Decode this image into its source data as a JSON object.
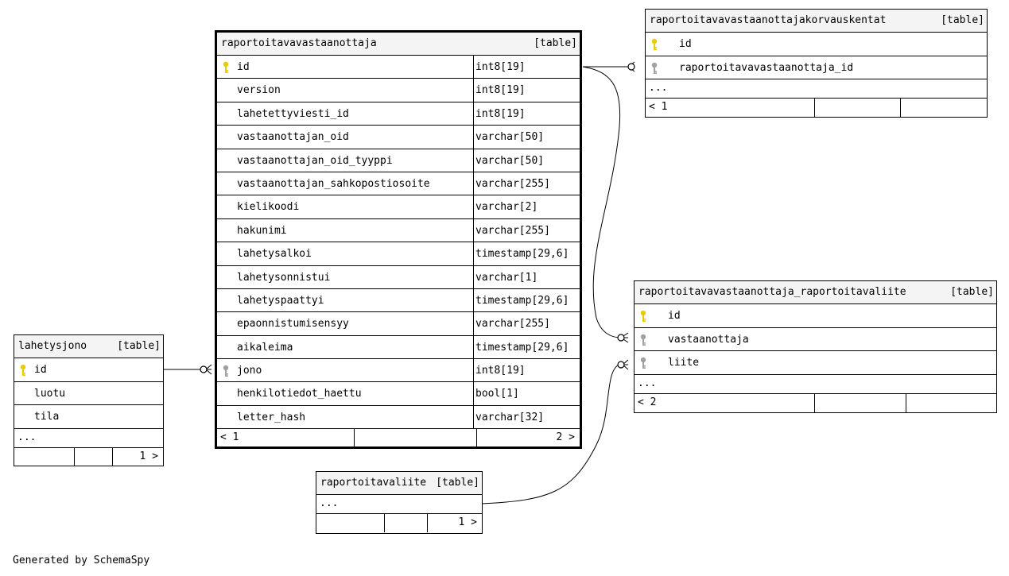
{
  "generated_by": "Generated by SchemaSpy",
  "type_label": "[table]",
  "ellipsis": "...",
  "main_table": {
    "name": "raportoitavavastaanottaja",
    "columns": [
      {
        "name": "id",
        "type": "int8[19]",
        "key": "primary"
      },
      {
        "name": "version",
        "type": "int8[19]",
        "key": ""
      },
      {
        "name": "lahetettyviesti_id",
        "type": "int8[19]",
        "key": ""
      },
      {
        "name": "vastaanottajan_oid",
        "type": "varchar[50]",
        "key": ""
      },
      {
        "name": "vastaanottajan_oid_tyyppi",
        "type": "varchar[50]",
        "key": ""
      },
      {
        "name": "vastaanottajan_sahkopostiosoite",
        "type": "varchar[255]",
        "key": ""
      },
      {
        "name": "kielikoodi",
        "type": "varchar[2]",
        "key": ""
      },
      {
        "name": "hakunimi",
        "type": "varchar[255]",
        "key": ""
      },
      {
        "name": "lahetysalkoi",
        "type": "timestamp[29,6]",
        "key": ""
      },
      {
        "name": "lahetysonnistui",
        "type": "varchar[1]",
        "key": ""
      },
      {
        "name": "lahetyspaattyi",
        "type": "timestamp[29,6]",
        "key": ""
      },
      {
        "name": "epaonnistumisensyy",
        "type": "varchar[255]",
        "key": ""
      },
      {
        "name": "aikaleima",
        "type": "timestamp[29,6]",
        "key": ""
      },
      {
        "name": "jono",
        "type": "int8[19]",
        "key": "foreign"
      },
      {
        "name": "henkilotiedot_haettu",
        "type": "bool[1]",
        "key": ""
      },
      {
        "name": "letter_hash",
        "type": "varchar[32]",
        "key": ""
      }
    ],
    "footer_left": "< 1",
    "footer_right": "2 >"
  },
  "korvauskentat": {
    "name": "raportoitavavastaanottajakorvauskentat",
    "columns": [
      {
        "name": "id",
        "key": "primary"
      },
      {
        "name": "raportoitavavastaanottaja_id",
        "key": "foreign"
      }
    ],
    "footer_left": "< 1"
  },
  "raportoitavaliite_link": {
    "name": "raportoitavavastaanottaja_raportoitavaliite",
    "columns": [
      {
        "name": "id",
        "key": "primary"
      },
      {
        "name": "vastaanottaja",
        "key": "foreign"
      },
      {
        "name": "liite",
        "key": "foreign"
      }
    ],
    "footer_left": "< 2"
  },
  "lahetysjono": {
    "name": "lahetysjono",
    "columns": [
      {
        "name": "id",
        "key": "primary"
      },
      {
        "name": "luotu",
        "key": ""
      },
      {
        "name": "tila",
        "key": ""
      }
    ],
    "footer_right": "1 >"
  },
  "raportoitavaliite": {
    "name": "raportoitavaliite",
    "footer_right": "1 >"
  },
  "colors": {
    "primary_key": "#e6cc00",
    "foreign_key": "#a0a0a0",
    "line": "#000000",
    "header_bg": "#f4f4f4"
  }
}
